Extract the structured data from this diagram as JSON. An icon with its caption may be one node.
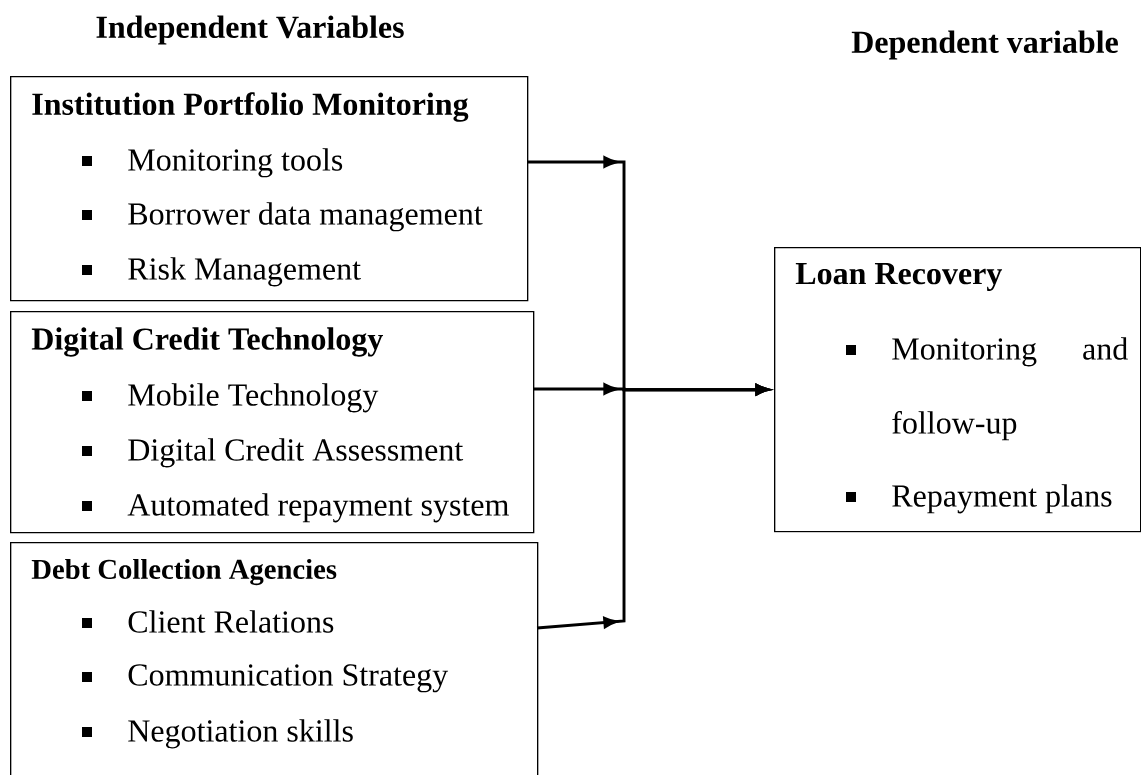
{
  "diagram": {
    "nodes": [
      {
        "text": [
          "Institution Portfolio Monitoring",
          "Monitoring tools",
          "Borrower data management",
          "Risk Management"
        ]
      },
      {
        "text": [
          "Digital Credit Technology",
          "Mobile Technology",
          "Digital Credit Assessment",
          "Automated repayment system"
        ]
      },
      {
        "text": [
          "Debt Collection Agencies",
          "Client Relations",
          "Communication Strategy",
          "Negotiation skills"
        ]
      },
      {
        "text": [
          "Loan Recovery",
          "Monitoring and follow-up",
          "Repayment plans"
        ]
      }
    ],
    "edges": [
      {
        "from": 0,
        "to": 3,
        "arrow": "to"
      },
      {
        "from": 1,
        "to": 3,
        "arrow": "to"
      },
      {
        "from": 2,
        "to": 3,
        "arrow": "to"
      }
    ],
    "labels": [
      "Independent Variables",
      "Dependent variable"
    ]
  }
}
